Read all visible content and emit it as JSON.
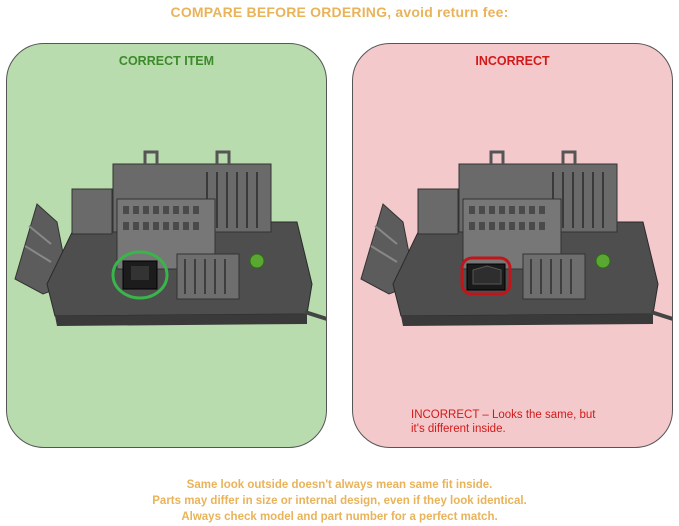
{
  "headline": "COMPARE BEFORE ORDERING, avoid return fee:",
  "panels": {
    "correct": {
      "label": "CORRECT ITEM"
    },
    "incorrect": {
      "label": "INCORRECT",
      "note_lines": [
        "INCORRECT – Looks the same, but",
        "it's different inside."
      ]
    }
  },
  "footer": {
    "lines": [
      "Same look outside doesn't always mean same fit inside.",
      "Parts may differ in size or internal design, even if they look identical.",
      "Always check model and part number for a perfect match."
    ]
  },
  "colors": {
    "headline": "#e9b35a",
    "correct_panel_bg": "#b8dcad",
    "incorrect_panel_bg": "#f3c9cc",
    "correct_label": "#3d8a2a",
    "incorrect_label": "#d21a1a",
    "correct_marker": "#39b54a",
    "incorrect_marker": "#c0151a"
  }
}
